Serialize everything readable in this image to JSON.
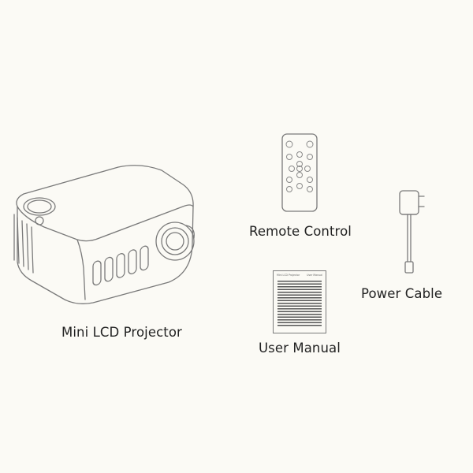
{
  "items": {
    "projector": {
      "label": "Mini LCD Projector"
    },
    "remote": {
      "label": "Remote Control"
    },
    "power_cable": {
      "label": "Power Cable"
    },
    "manual": {
      "label": "User Manual",
      "header_left": "Mini LCD Projector",
      "header_right": "User Manual"
    }
  }
}
